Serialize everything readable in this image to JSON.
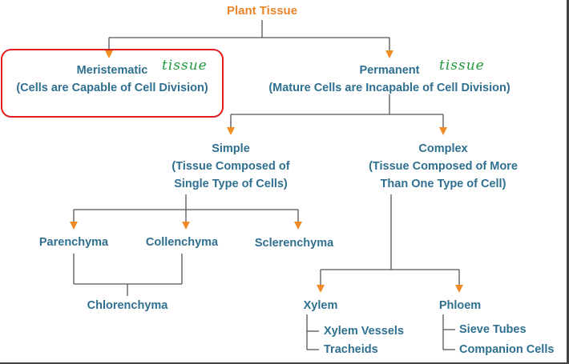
{
  "colors": {
    "text": "#2f6f8f",
    "title": "#e8842a",
    "arrow": "#f08a24",
    "line": "#555555",
    "highlight_box": "#e02020",
    "handwriting": "#1f9b3a"
  },
  "diagram": {
    "title": "Plant Tissue",
    "meristematic": {
      "name": "Meristematic",
      "note": "(Cells are Capable of Cell Division)",
      "annotation": "tissue"
    },
    "permanent": {
      "name": "Permanent",
      "note": "(Mature Cells are Incapable of Cell Division)",
      "annotation": "tissue"
    },
    "simple": {
      "name": "Simple",
      "note_line1": "(Tissue Composed of",
      "note_line2": "Single Type of Cells)"
    },
    "complex": {
      "name": "Complex",
      "note_line1": "(Tissue Composed of More",
      "note_line2": "Than One Type of Cell)"
    },
    "parenchyma": "Parenchyma",
    "collenchyma": "Collenchyma",
    "sclerenchyma": "Sclerenchyma",
    "chlorenchyma": "Chlorenchyma",
    "xylem": {
      "name": "Xylem",
      "items": [
        "Xylem Vessels",
        "Tracheids"
      ]
    },
    "phloem": {
      "name": "Phloem",
      "items": [
        "Sieve Tubes",
        "Companion Cells"
      ]
    }
  }
}
